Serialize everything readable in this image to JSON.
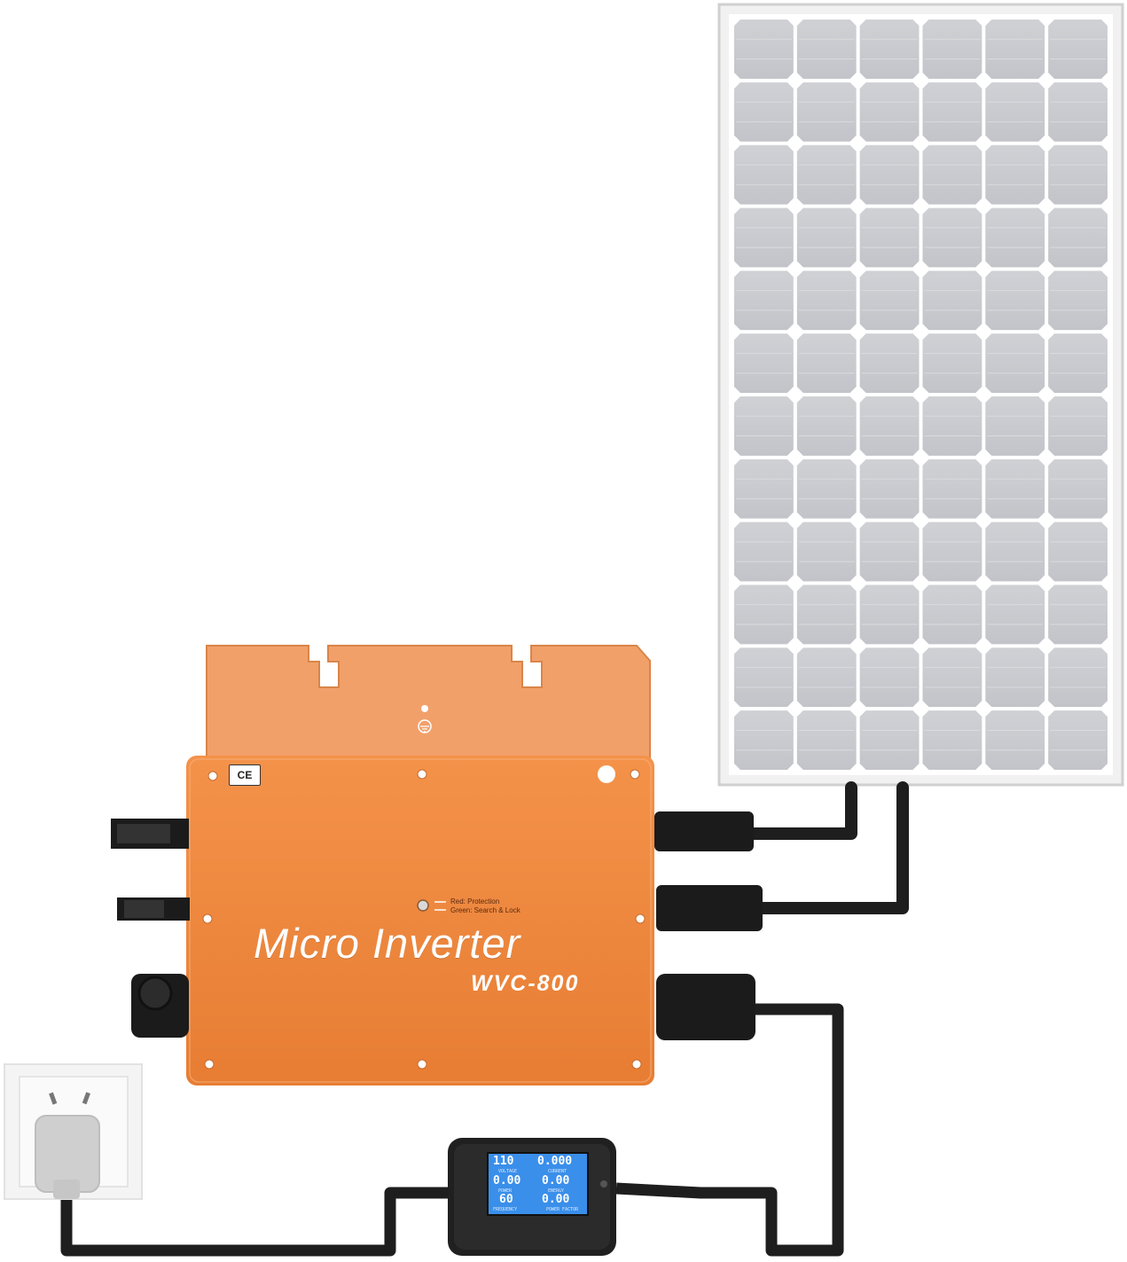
{
  "product": {
    "title": "Micro Inverter",
    "model": "WVC-800",
    "certification": "CE",
    "indicator": {
      "red_label": "Red: Protection",
      "green_label": "Green: Search & Lock"
    }
  },
  "meter": {
    "voltage": "110",
    "current": "0.000",
    "power": "0.00",
    "energy": "0.00",
    "frequency": "60",
    "pf": "0.00",
    "labels": {
      "voltage": "VOLTAGE",
      "current": "CURRENT",
      "power": "POWER",
      "energy": "ENERGY",
      "frequency": "FREQUENCY",
      "pf": "POWER FACTOR"
    }
  },
  "colors": {
    "inverter_body": "#F08A40",
    "inverter_bracket": "#F2A06A",
    "panel_frame": "#EFEFEF",
    "panel_cell": "#C9CBCF",
    "cable": "#1E1E1E",
    "meter_screen": "#3A8FEA"
  },
  "icons": {
    "ground": "ground-symbol-icon",
    "led": "status-led-icon"
  }
}
